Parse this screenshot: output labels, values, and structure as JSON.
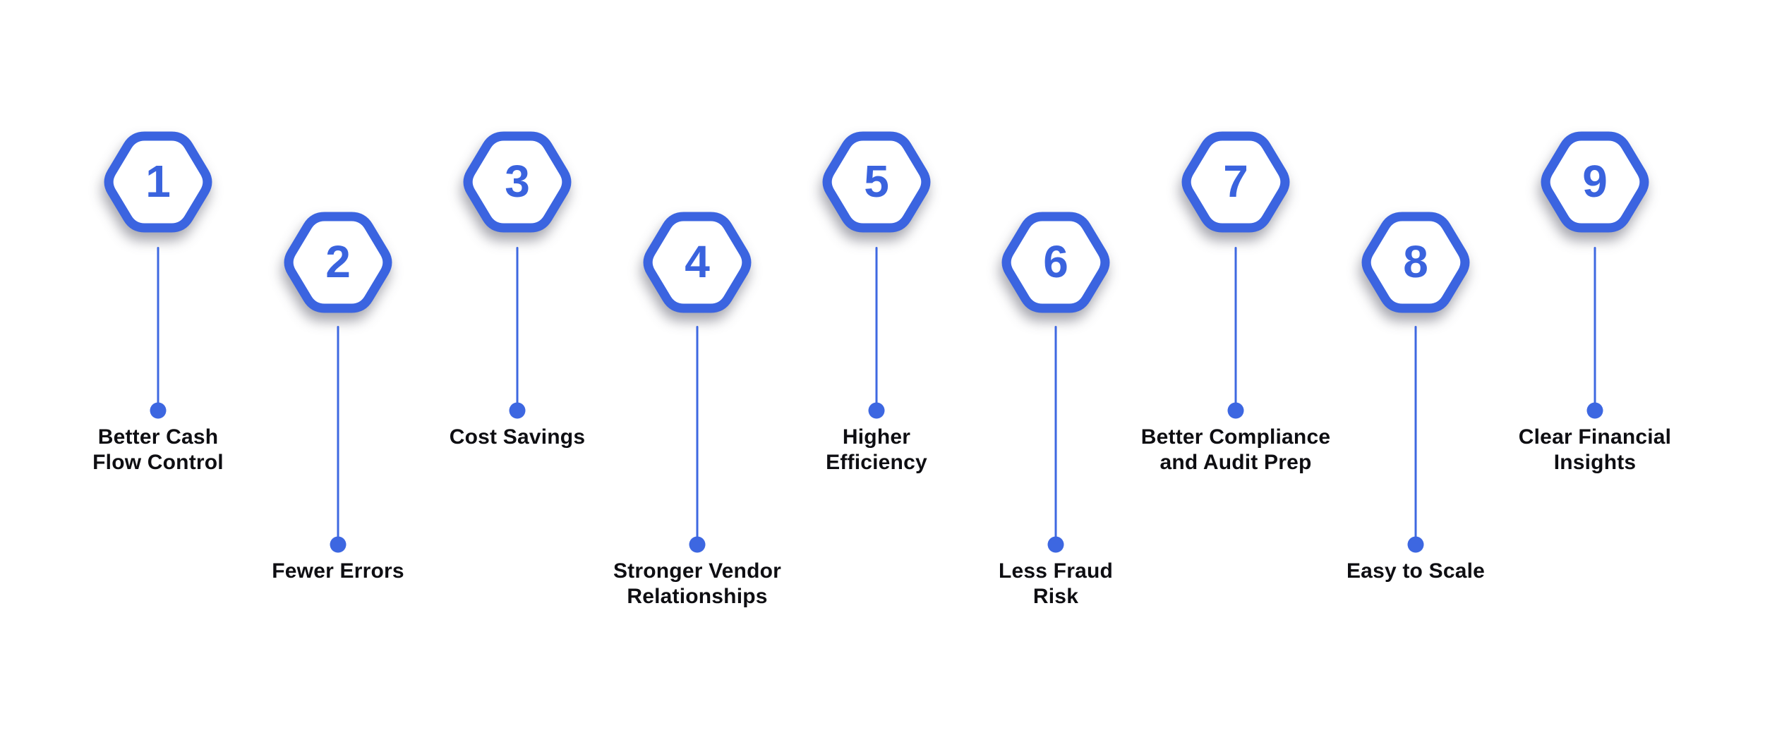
{
  "figure": {
    "type": "benefits-infographic",
    "step_count": 9
  },
  "items": [
    {
      "number": "1",
      "label": "Better Cash Flow Control",
      "lines": [
        "Better Cash",
        "Flow Control"
      ]
    },
    {
      "number": "2",
      "label": "Fewer Errors",
      "lines": [
        "Fewer Errors"
      ]
    },
    {
      "number": "3",
      "label": "Cost Savings",
      "lines": [
        "Cost Savings"
      ]
    },
    {
      "number": "4",
      "label": "Stronger Vendor Relationships",
      "lines": [
        "Stronger Vendor",
        "Relationships"
      ]
    },
    {
      "number": "5",
      "label": "Higher Efficiency",
      "lines": [
        "Higher",
        "Efficiency"
      ]
    },
    {
      "number": "6",
      "label": "Less Fraud Risk",
      "lines": [
        "Less Fraud",
        "Risk"
      ]
    },
    {
      "number": "7",
      "label": "Better Compliance and Audit Prep",
      "lines": [
        "Better Compliance",
        "and Audit Prep"
      ]
    },
    {
      "number": "8",
      "label": "Easy to Scale",
      "lines": [
        "Easy to Scale"
      ]
    },
    {
      "number": "9",
      "label": "Clear Financial Insights",
      "lines": [
        "Clear Financial",
        "Insights"
      ]
    }
  ],
  "colors": {
    "hex_border": "#3B64E0",
    "hex_fill": "#FFFFFF",
    "hex_inner_shadow": "#1C3586",
    "number_text": "#3A63DE",
    "connector_line": "#3E68E1",
    "connector_dot": "#3D67E1",
    "label_text": "#0E0E12",
    "background": "#FFFFFF"
  }
}
